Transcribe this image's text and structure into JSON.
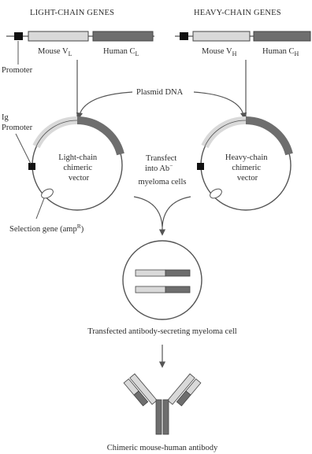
{
  "headers": {
    "light": "LIGHT-CHAIN GENES",
    "heavy": "HEAVY-CHAIN GENES"
  },
  "gene_labels": {
    "mouse_vl": "Mouse V",
    "vl_sub": "L",
    "human_cl": "Human C",
    "cl_sub": "L",
    "mouse_vh": "Mouse V",
    "vh_sub": "H",
    "human_ch": "Human C",
    "ch_sub": "H"
  },
  "labels": {
    "promoter": "Promoter",
    "plasmid_dna": "Plasmid DNA",
    "ig_promoter_line1": "Ig",
    "ig_promoter_line2": "Promoter",
    "light_vector_line1": "Light-chain",
    "light_vector_line2": "chimeric",
    "light_vector_line3": "vector",
    "heavy_vector_line1": "Heavy-chain",
    "heavy_vector_line2": "chimeric",
    "heavy_vector_line3": "vector",
    "transfect_line1": "Transfect",
    "transfect_line2": "into Ab",
    "transfect_sup": "−",
    "transfect_line3": "myeloma cells",
    "selection_gene": "Selection gene (amp",
    "selection_sup": "R",
    "selection_close": ")",
    "transfected_cell": "Transfected antibody-secreting myeloma cell",
    "chimeric_antibody": "Chimeric mouse-human antibody"
  },
  "colors": {
    "mouse_segment": "#d9d9d9",
    "human_segment": "#6e6e6e",
    "promoter": "#111111",
    "line": "#555555"
  }
}
